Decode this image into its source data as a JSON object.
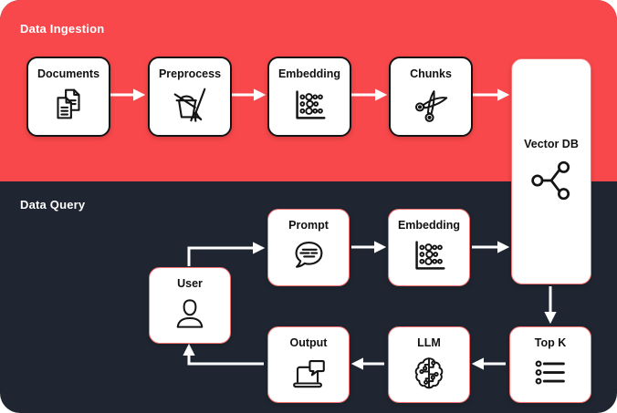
{
  "canvas": {
    "background_red": "#F9484B",
    "background_dark": "#1F2631",
    "box_fill": "#FFFFFF",
    "box_border_dark": "#141414",
    "box_border_pink": "#F87171",
    "arrow_color": "#FFFFFF"
  },
  "sections": [
    {
      "id": "ingestion",
      "label": "Data Ingestion"
    },
    {
      "id": "query",
      "label": "Data Query"
    }
  ],
  "nodes": {
    "documents": {
      "label": "Documents",
      "icon": "documents-icon"
    },
    "preprocess": {
      "label": "Preprocess",
      "icon": "broom-bucket-icon"
    },
    "embedding_ingest": {
      "label": "Embedding",
      "icon": "scatter-dots-icon"
    },
    "chunks": {
      "label": "Chunks",
      "icon": "scissors-icon"
    },
    "vector_db": {
      "label": "Vector DB",
      "icon": "share-network-icon"
    },
    "prompt": {
      "label": "Prompt",
      "icon": "speech-bubble-icon"
    },
    "embedding_query": {
      "label": "Embedding",
      "icon": "scatter-dots-icon"
    },
    "user": {
      "label": "User",
      "icon": "person-icon"
    },
    "output": {
      "label": "Output",
      "icon": "laptop-chat-icon"
    },
    "llm": {
      "label": "LLM",
      "icon": "brain-circuit-icon"
    },
    "top_k": {
      "label": "Top K",
      "icon": "list-items-icon"
    }
  },
  "flow": [
    "Documents -> Preprocess -> Embedding -> Chunks -> Vector DB",
    "User -> Prompt -> Embedding -> Vector DB -> Top K -> LLM -> Output -> User"
  ]
}
